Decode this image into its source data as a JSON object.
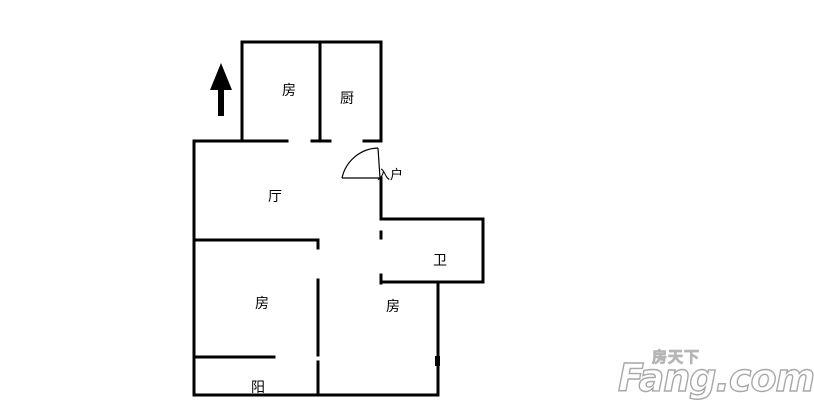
{
  "rooms": {
    "bedroom_top": "房",
    "kitchen": "厨",
    "entrance": "入户",
    "living_room": "厅",
    "bathroom": "卫",
    "bedroom_left": "房",
    "bedroom_right": "房",
    "balcony": "阳"
  },
  "north_arrow": {
    "icon": "north-arrow-icon"
  },
  "watermark": {
    "top_text": "房天下",
    "main_text": "Fang.com"
  },
  "colors": {
    "wall": "#000000",
    "background": "#ffffff",
    "watermark_outline": "#a8a8a8"
  }
}
